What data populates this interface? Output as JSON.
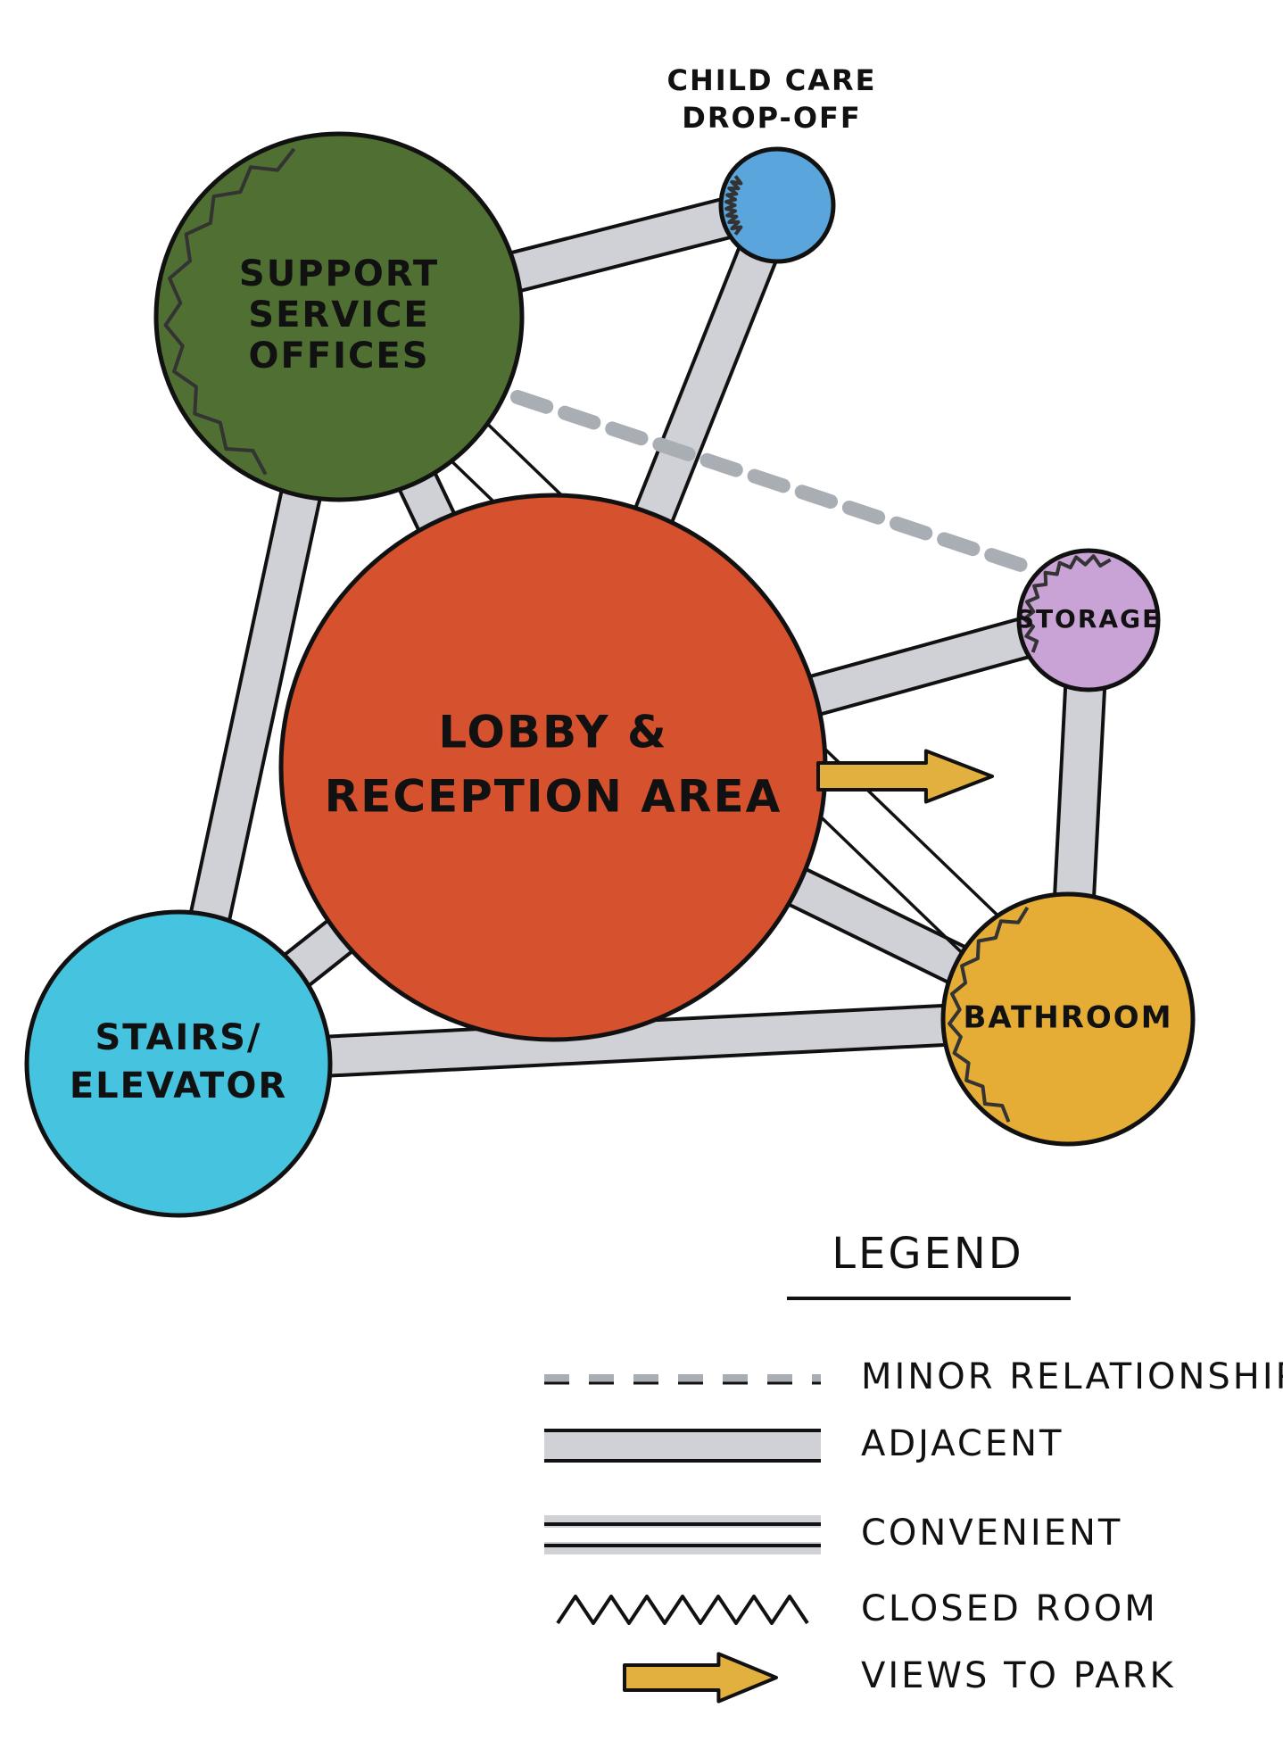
{
  "colors": {
    "outline": "#111111",
    "band": "#cfd1d6",
    "dash": "#a9adb4",
    "arrow": "#e2b03e",
    "support": "#4f7032",
    "childcare": "#5aa6dc",
    "lobby": "#d6522e",
    "storage": "#c9a3d6",
    "stairs": "#45c3df",
    "bathroom": "#e5ad36"
  },
  "nodes": {
    "support": {
      "label": [
        "SUPPORT",
        "SERVICE",
        "OFFICES"
      ],
      "closed": true
    },
    "childcare": {
      "label": [
        "CHILD CARE",
        "DROP-OFF"
      ],
      "closed": true
    },
    "lobby": {
      "label": [
        "LOBBY &",
        "RECEPTION AREA"
      ],
      "closed": false
    },
    "storage": {
      "label": [
        "STORAGE"
      ],
      "closed": true
    },
    "stairs": {
      "label": [
        "STAIRS/",
        "ELEVATOR"
      ],
      "closed": false
    },
    "bathroom": {
      "label": [
        "BATHROOM"
      ],
      "closed": true
    }
  },
  "edges": [
    {
      "from": "support",
      "to": "childcare",
      "type": "adjacent"
    },
    {
      "from": "support",
      "to": "lobby",
      "type": "adjacent"
    },
    {
      "from": "support",
      "to": "stairs",
      "type": "adjacent"
    },
    {
      "from": "childcare",
      "to": "lobby",
      "type": "adjacent"
    },
    {
      "from": "lobby",
      "to": "storage",
      "type": "adjacent"
    },
    {
      "from": "lobby",
      "to": "bathroom",
      "type": "adjacent"
    },
    {
      "from": "lobby",
      "to": "stairs",
      "type": "adjacent"
    },
    {
      "from": "stairs",
      "to": "bathroom",
      "type": "adjacent"
    },
    {
      "from": "storage",
      "to": "bathroom",
      "type": "adjacent"
    },
    {
      "from": "support",
      "to": "bathroom",
      "type": "convenient"
    },
    {
      "from": "support",
      "to": "storage",
      "type": "minor"
    }
  ],
  "views_to_park": {
    "from": "lobby"
  },
  "legend": {
    "title": "LEGEND",
    "items": [
      {
        "type": "minor",
        "label": "MINOR RELATIONSHIP"
      },
      {
        "type": "adjacent",
        "label": "ADJACENT"
      },
      {
        "type": "convenient",
        "label": "CONVENIENT"
      },
      {
        "type": "closed",
        "label": "CLOSED ROOM"
      },
      {
        "type": "arrow",
        "label": "VIEWS TO PARK"
      }
    ]
  }
}
